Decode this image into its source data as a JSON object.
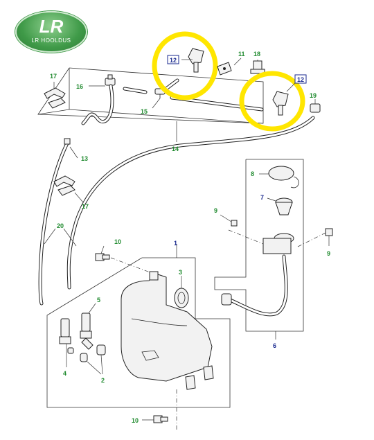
{
  "logo": {
    "main": "LR",
    "sub": "LR HOOLDUS"
  },
  "callouts": {
    "c1": "1",
    "c2": "2",
    "c3": "3",
    "c4": "4",
    "c5": "5",
    "c6": "6",
    "c7": "7",
    "c8": "8",
    "c9a": "9",
    "c9b": "9",
    "c10a": "10",
    "c10b": "10",
    "c11": "11",
    "c12a": "12",
    "c12b": "12",
    "c13": "13",
    "c14": "14",
    "c15": "15",
    "c16": "16",
    "c17a": "17",
    "c17b": "17",
    "c18": "18",
    "c19": "19",
    "c20": "20"
  },
  "colors": {
    "callout_green": "#1f8a2e",
    "callout_blue": "#1a2a8f",
    "highlight": "#ffe600",
    "logo_green": "#3f9a48"
  }
}
